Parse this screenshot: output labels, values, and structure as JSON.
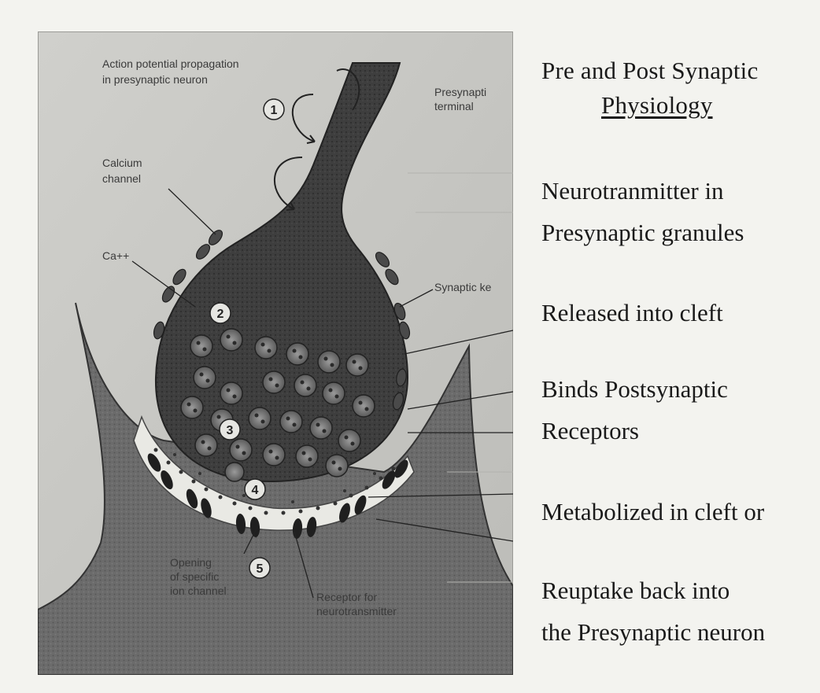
{
  "title": {
    "line1": "Pre and Post Synaptic",
    "line2": "Physiology"
  },
  "points": [
    {
      "lines": [
        "Neurotranmitter in",
        "Presynaptic granules"
      ]
    },
    {
      "lines": [
        "Released into cleft"
      ]
    },
    {
      "lines": [
        "Binds Postsynaptic",
        "Receptors"
      ]
    },
    {
      "lines": [
        "Metabolized in cleft or"
      ]
    },
    {
      "lines": [
        "Reuptake back into",
        "the Presynaptic neuron"
      ]
    }
  ],
  "figure_labels": {
    "action_potential_1": "Action potential propagation",
    "action_potential_2": "in presynaptic neuron",
    "presynaptic_terminal_1": "Presynapti",
    "presynaptic_terminal_2": "terminal",
    "calcium_channel_1": "Calcium",
    "calcium_channel_2": "channel",
    "calcium_ion": "Ca++",
    "synaptic": "Synaptic ke",
    "opening_1": "Opening",
    "opening_2": "of specific",
    "opening_3": "ion channel",
    "receptor_1": "Receptor for",
    "receptor_2": "neurotransmitter",
    "step_1": "1",
    "step_2": "2",
    "step_3": "3",
    "step_4": "4",
    "step_5": "5"
  }
}
